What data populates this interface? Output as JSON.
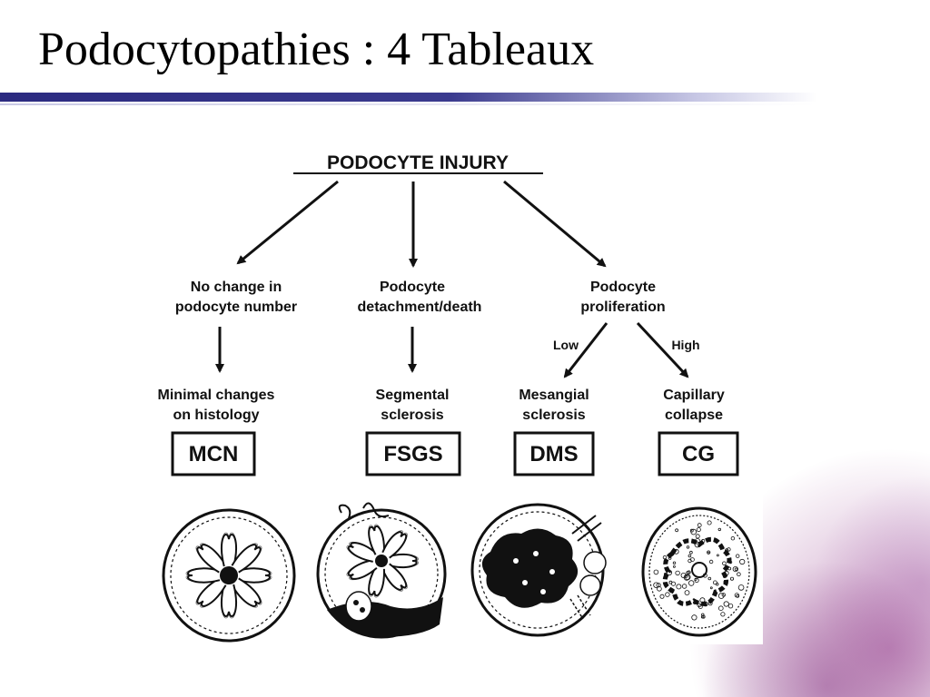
{
  "slide": {
    "title": "Podocytopathies : 4 Tableaux"
  },
  "diagram": {
    "root": "PODOCYTE INJURY",
    "branches": [
      {
        "id": "no-change",
        "line1": "No change in",
        "line2": "podocyte number"
      },
      {
        "id": "detachment",
        "line1": "Podocyte",
        "line2": "detachment/death"
      },
      {
        "id": "proliferation",
        "line1": "Podocyte",
        "line2": "proliferation"
      }
    ],
    "arrow_labels": {
      "low": "Low",
      "high": "High"
    },
    "outcomes": [
      {
        "id": "mcn",
        "line1": "Minimal changes",
        "line2": "on histology",
        "abbr": "MCN"
      },
      {
        "id": "fsgs",
        "line1": "Segmental",
        "line2": "sclerosis",
        "abbr": "FSGS"
      },
      {
        "id": "dms",
        "line1": "Mesangial",
        "line2": "sclerosis",
        "abbr": "DMS"
      },
      {
        "id": "cg",
        "line1": "Capillary",
        "line2": "collapse",
        "abbr": "CG"
      }
    ]
  }
}
